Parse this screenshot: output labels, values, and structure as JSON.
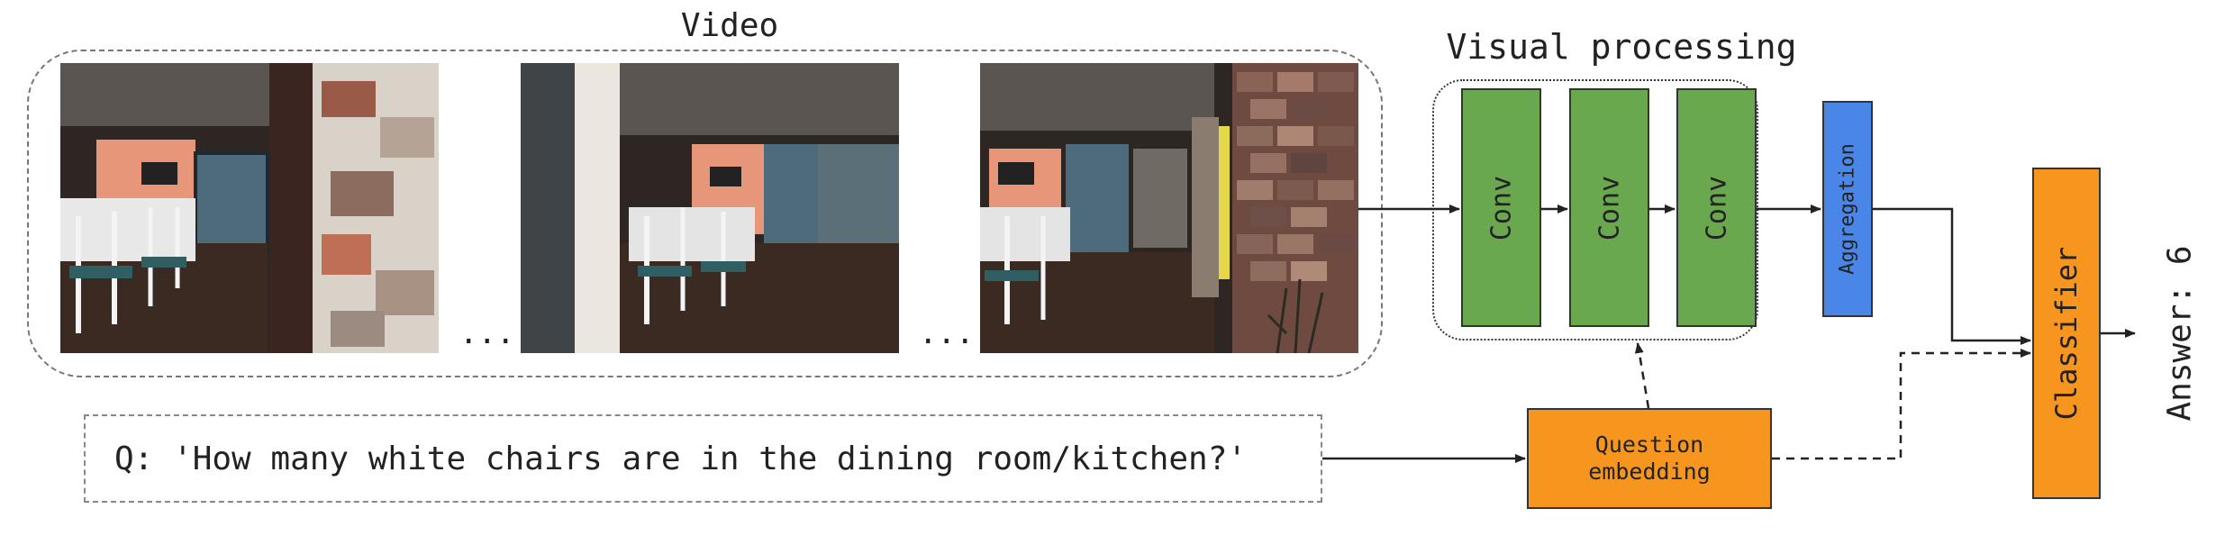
{
  "video": {
    "title": "Video",
    "ellipsis_1": "...",
    "ellipsis_2": "..."
  },
  "question": {
    "text": "Q: 'How many white chairs are in the dining room/kitchen?'"
  },
  "visual_processing": {
    "title": "Visual processing",
    "conv_labels": [
      "Conv",
      "Conv",
      "Conv"
    ]
  },
  "aggregation": {
    "label": "Aggregation"
  },
  "question_embedding": {
    "line1": "Question",
    "line2": "embedding"
  },
  "classifier": {
    "label": "Classifier"
  },
  "answer": {
    "text": "Answer: 6"
  },
  "colors": {
    "conv": "#6aa84f",
    "aggregation": "#4a86e8",
    "orange": "#f6961e"
  }
}
